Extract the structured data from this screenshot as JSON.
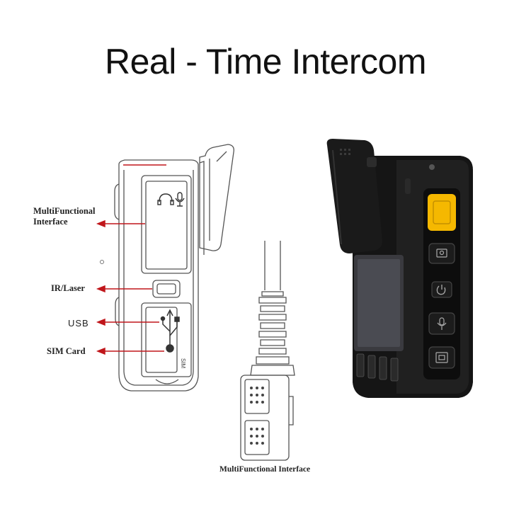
{
  "title": "Real - Time Intercom",
  "labels": {
    "multifunctional_line1": "MultiFunctional",
    "multifunctional_line2": "Interface",
    "ir_laser": "IR/Laser",
    "usb": "USB",
    "sim_card": "SIM Card",
    "multifunctional_interface": "MultiFunctional Interface"
  },
  "device_markings": {
    "sim_text": "SIM"
  },
  "colors": {
    "arrow": "#c0161b",
    "line": "#555555",
    "button_accent": "#f5b800",
    "body": "#151515"
  },
  "icons": [
    "headphone-icon",
    "microphone-icon",
    "usb-icon",
    "power-icon",
    "camera-icon",
    "video-icon"
  ]
}
